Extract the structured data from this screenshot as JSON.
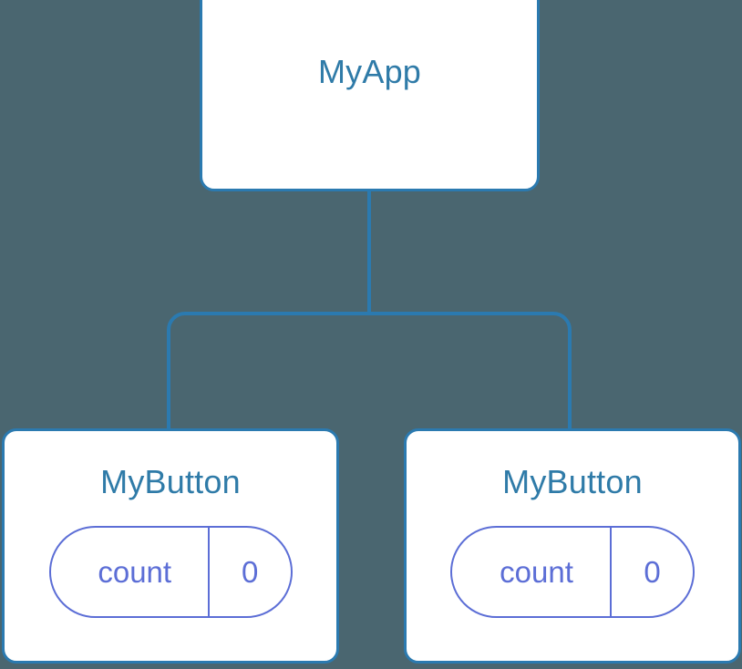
{
  "diagram": {
    "type": "component-tree",
    "background_color": "#4a6670",
    "card_border_color": "#2b7ab0",
    "card_background_color": "#ffffff",
    "title_color": "#2f7ba8",
    "pill_color": "#5c6ed6",
    "connector_color": "#2b7ab0",
    "root": {
      "name": "root-node",
      "title": "MyApp"
    },
    "children": [
      {
        "name": "child-node-left",
        "title": "MyButton",
        "state": {
          "key": "count",
          "value": "0"
        }
      },
      {
        "name": "child-node-right",
        "title": "MyButton",
        "state": {
          "key": "count",
          "value": "0"
        }
      }
    ]
  }
}
